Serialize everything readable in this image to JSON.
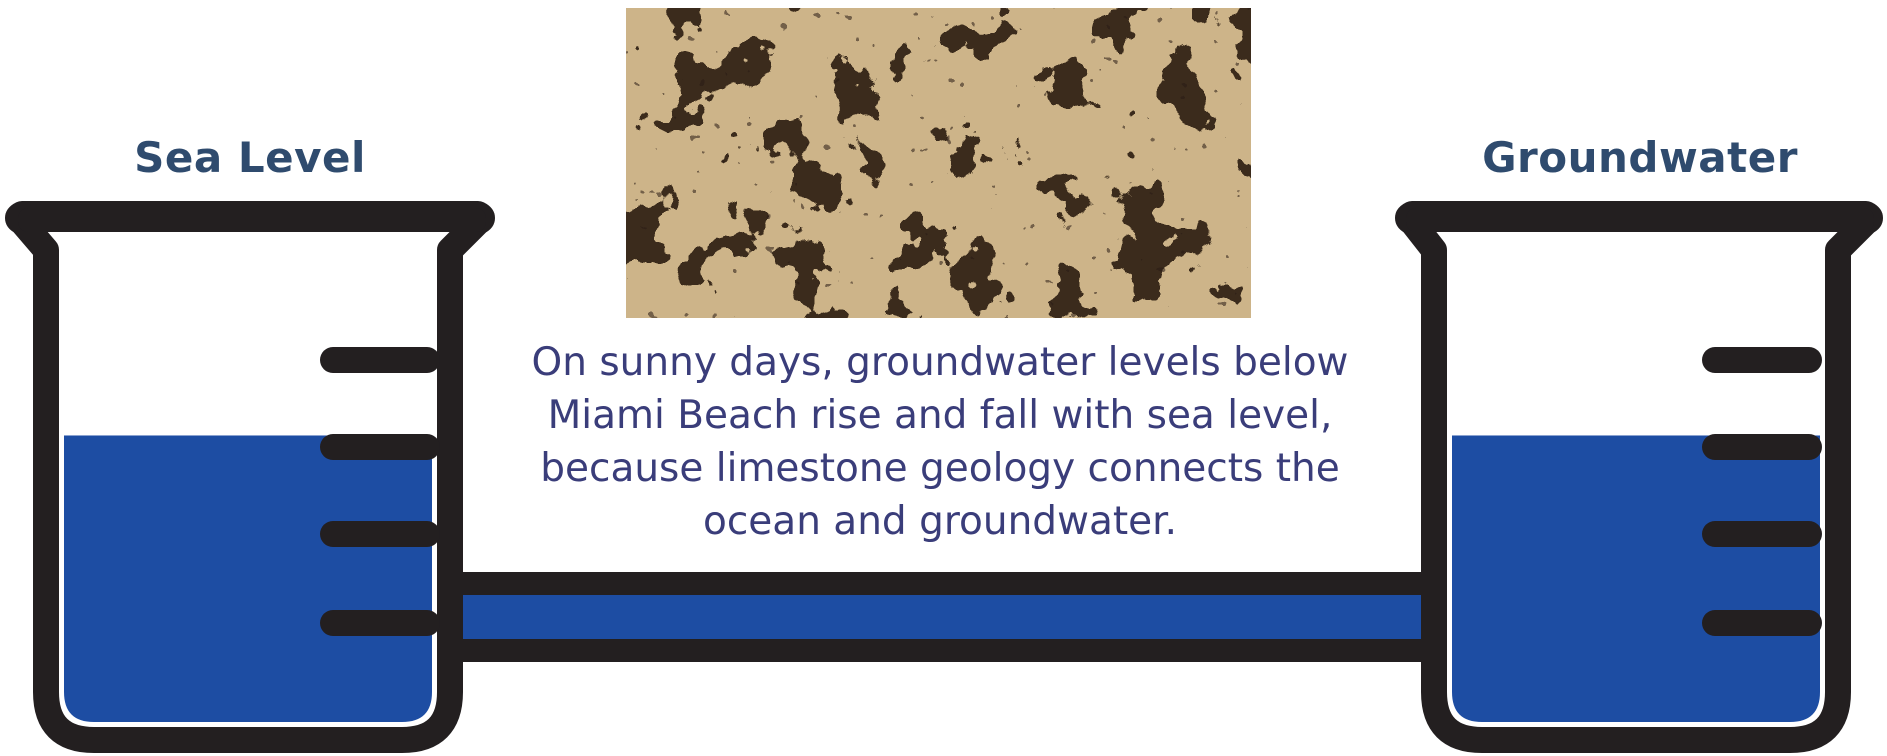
{
  "diagram": {
    "left_beaker": {
      "title": "Sea Level",
      "fill_level": 0.58
    },
    "right_beaker": {
      "title": "Groundwater",
      "fill_level": 0.58
    },
    "caption_lines": [
      "On sunny days, groundwater levels below",
      "Miami Beach rise and fall with sea level,",
      "because limestone geology connects the",
      "ocean and groundwater."
    ],
    "photo": {
      "subject": "limestone rock"
    }
  },
  "colors": {
    "water": "#1d4da3",
    "outline": "#231f20",
    "title_text": "#2f4b6e",
    "caption_text": "#3a3d7a",
    "rock_light": "#cdb489",
    "rock_dark": "#3b2b1c"
  }
}
